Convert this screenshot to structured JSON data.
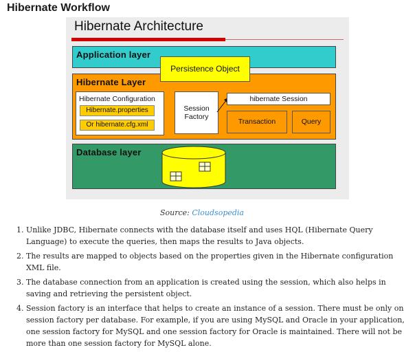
{
  "heading": "Hibernate Workflow",
  "diagram": {
    "title": "Hibernate Architecture",
    "application_layer": "Application layer",
    "persistence_object": "Persistence Object",
    "hibernate_layer": "Hibernate Layer",
    "hibernate_configuration": "Hibernate Configuration",
    "config_items": [
      "Hibernate.properties",
      "Or hibernate.cfg.xml"
    ],
    "session_factory_line1": "Session",
    "session_factory_line2": "Factory",
    "hibernate_session": "hibernate Session",
    "transaction": "Transaction",
    "query": "Query",
    "database_layer": "Database layer",
    "colors": {
      "application_layer": "#33cccc",
      "hibernate_layer": "#ff9900",
      "database_layer": "#339966",
      "persistence_object": "#ffff00",
      "config_item": "#ffcc00",
      "title_underline": "#d40000"
    }
  },
  "source": {
    "prefix": "Source: ",
    "link": "Cloudsopedia"
  },
  "steps": [
    "Unlike JDBC, Hibernate connects with the database itself and uses HQL (Hibernate Query Language) to execute the queries, then maps the results to Java objects.",
    "The results are mapped to objects based on the properties given in the Hibernate configuration XML file.",
    "The database connection from an application is created using the session, which also helps in saving and retrieving the persistent object.",
    "Session factory is an interface that helps to create an instance of a session. There must be only one session factory per database. For example, if you are using MySQL and Oracle in your application, one session factory for MySQL and one session factory for Oracle is maintained. There will not be more than one session factory for MySQL alone."
  ]
}
